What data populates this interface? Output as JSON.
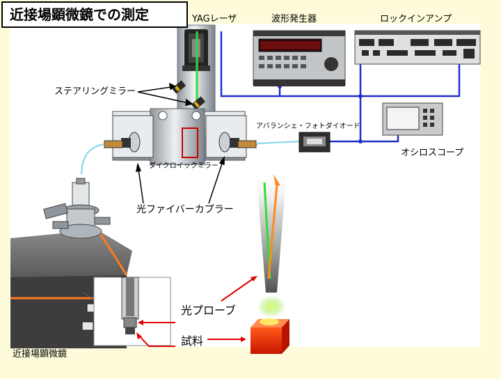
{
  "title": "近接場顕微鏡での測定",
  "labels": {
    "yag_laser": "YAGレーザ",
    "waveform_generator": "波形発生器",
    "lockin_amp": "ロックインアンプ",
    "steering_mirror": "ステアリングミラー",
    "avalanche_photodiode": "アバランシェ・フォトダイオード",
    "oscilloscope": "オシロスコープ",
    "dichroic_mirror": "ダイクロイックミラー",
    "fiber_coupler": "光ファイバーカプラー",
    "optical_probe": "光プローブ",
    "sample": "試料",
    "nsom": "近接場顕微鏡"
  },
  "colors": {
    "background": "#fdfbd9",
    "panel": "#ffffff",
    "wire": "#1f2fc8",
    "laser_green": "#33dd33",
    "laser_orange": "#ff8a1e",
    "fiber": "#7fd4ee",
    "annotation_red": "#e00000",
    "sample_red": "#dd2200"
  }
}
